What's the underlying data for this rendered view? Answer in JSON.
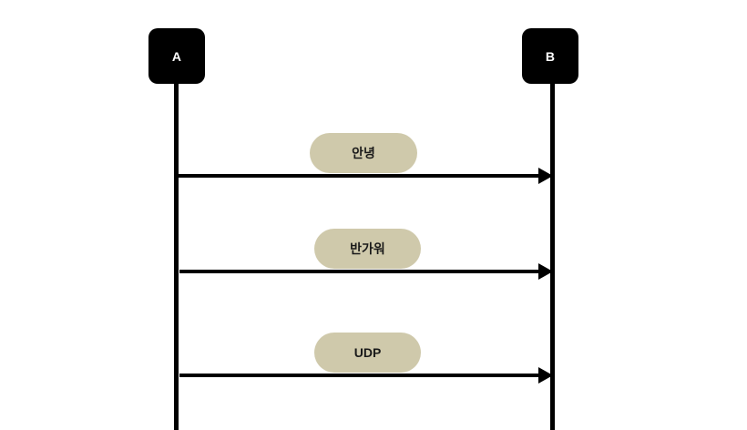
{
  "diagram": {
    "type": "sequence-diagram",
    "background_color": "#ffffff",
    "participants": [
      {
        "id": "a",
        "label": "A",
        "box_color": "#000000",
        "text_color": "#ffffff",
        "lifeline_color": "#000000"
      },
      {
        "id": "b",
        "label": "B",
        "box_color": "#000000",
        "text_color": "#ffffff",
        "lifeline_color": "#000000"
      }
    ],
    "messages": [
      {
        "index": 1,
        "label": "안녕",
        "from": "A",
        "to": "B",
        "direction": "right",
        "arrow_style": "solid-line-solid-head",
        "label_color": "#cfc9ab",
        "line_color": "#000000"
      },
      {
        "index": 2,
        "label": "반가워",
        "from": "A",
        "to": "B",
        "direction": "right",
        "arrow_style": "solid-line-solid-head",
        "label_color": "#cfc9ab",
        "line_color": "#000000"
      },
      {
        "index": 3,
        "label": "UDP",
        "from": "A",
        "to": "B",
        "direction": "right",
        "arrow_style": "solid-line-solid-head",
        "label_color": "#cfc9ab",
        "line_color": "#000000"
      }
    ]
  }
}
